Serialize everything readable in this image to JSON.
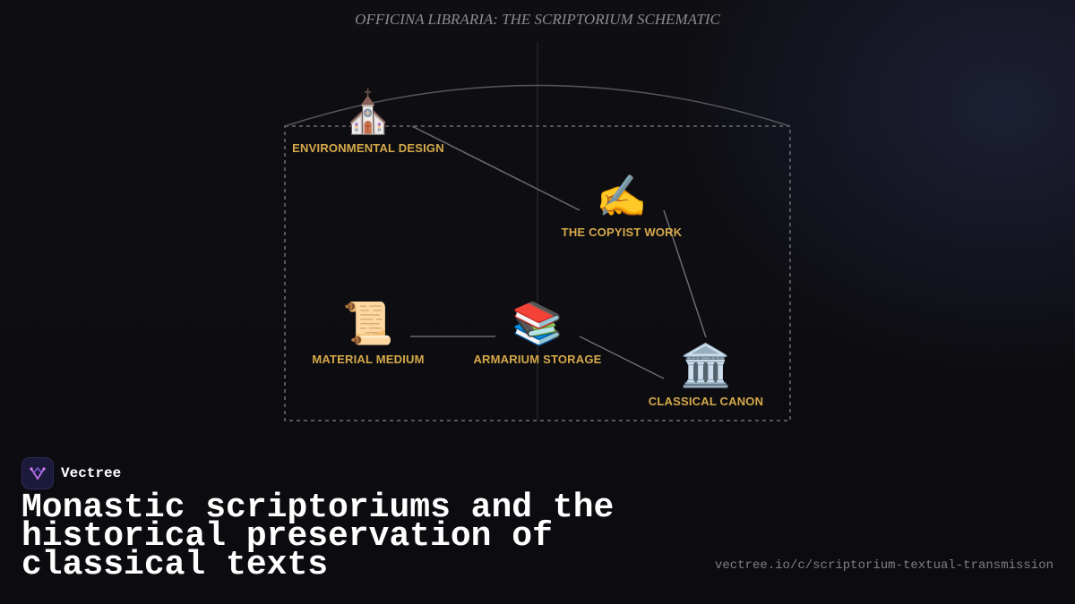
{
  "diagram": {
    "title": "OFFICINA LIBRARIA: THE SCRIPTORIUM SCHEMATIC",
    "nodes": [
      {
        "id": "environmental-design",
        "label": "ENVIRONMENTAL DESIGN",
        "icon": "⛪",
        "icon_name": "church-icon"
      },
      {
        "id": "copyist-work",
        "label": "THE COPYIST WORK",
        "icon": "✍️",
        "icon_name": "writing-hand-icon"
      },
      {
        "id": "material-medium",
        "label": "MATERIAL MEDIUM",
        "icon": "📜",
        "icon_name": "scroll-icon"
      },
      {
        "id": "armarium-storage",
        "label": "ARMARIUM STORAGE",
        "icon": "📚",
        "icon_name": "books-icon"
      },
      {
        "id": "classical-canon",
        "label": "CLASSICAL CANON",
        "icon": "🏛️",
        "icon_name": "classical-building-icon"
      }
    ],
    "edges": [
      {
        "from": "environmental-design",
        "to": "copyist-work"
      },
      {
        "from": "copyist-work",
        "to": "classical-canon"
      },
      {
        "from": "material-medium",
        "to": "armarium-storage"
      },
      {
        "from": "armarium-storage",
        "to": "classical-canon"
      }
    ],
    "colors": {
      "label": "#d6a94a",
      "edge": "#6a6a70",
      "frame": "#55555c"
    }
  },
  "brand": {
    "name": "Vectree"
  },
  "headline": "Monastic scriptoriums and the historical preservation of classical texts",
  "url": "vectree.io/c/scriptorium-textual-transmission"
}
